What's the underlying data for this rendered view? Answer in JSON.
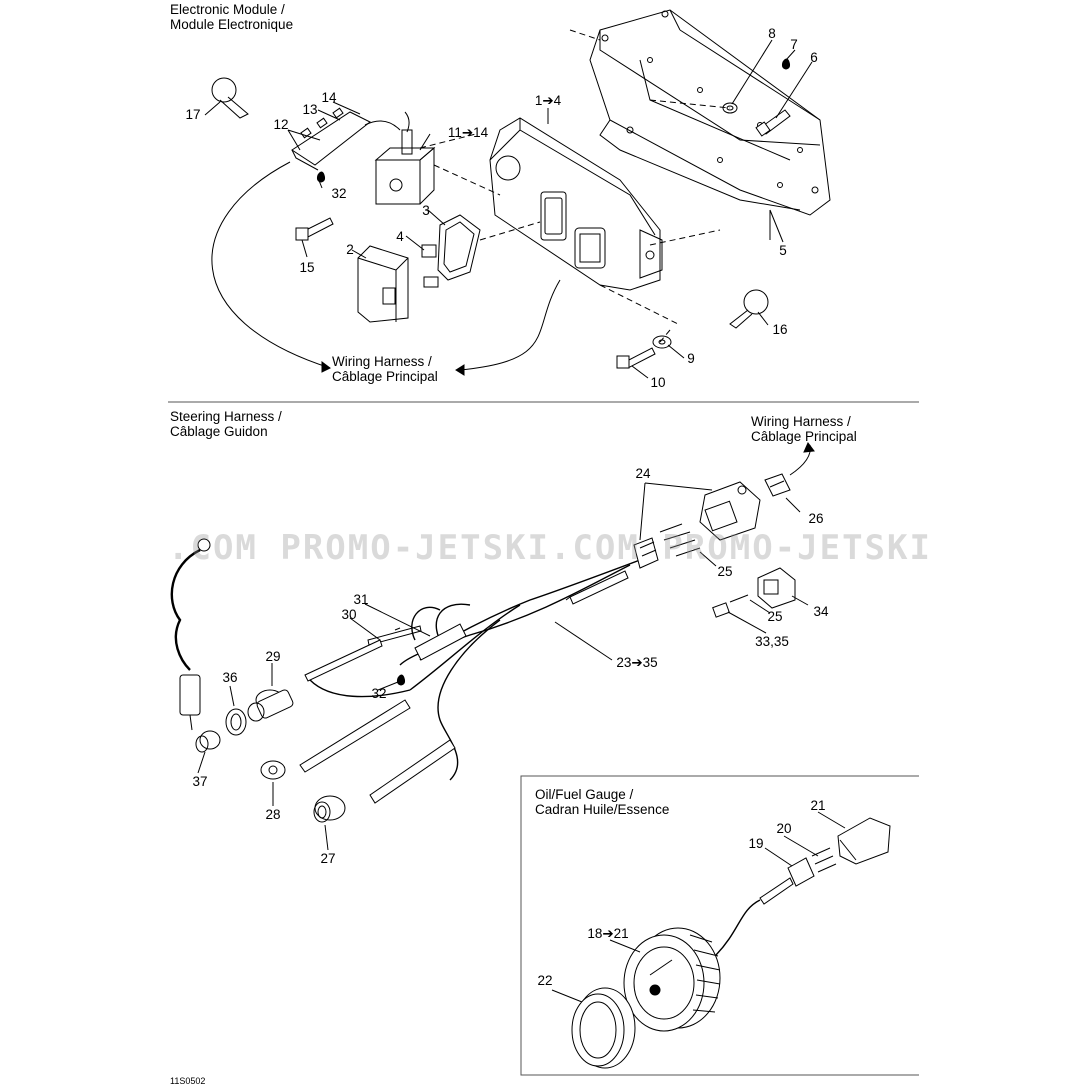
{
  "sections": {
    "electronic_module": [
      "Electronic Module /",
      "Module Electronique"
    ],
    "steering_harness": [
      "Steering Harness /",
      "Câblage Guidon"
    ],
    "wiring_harness_top": [
      "Wiring Harness /",
      "Câblage Principal"
    ],
    "wiring_harness_right": [
      "Wiring Harness /",
      "Câblage Principal"
    ],
    "oil_fuel_gauge": [
      "Oil/Fuel Gauge /",
      "Cadran Huile/Essence"
    ]
  },
  "watermark": ".COM  PROMO-JETSKI.COM  PROMO-JETSKI",
  "figure_code": "11S0502",
  "callouts": {
    "c1": "1➔4",
    "c2": "2",
    "c3": "3",
    "c4": "4",
    "c5": "5",
    "c6": "6",
    "c7": "7",
    "c8": "8",
    "c9": "9",
    "c10": "10",
    "c11": "11➔14",
    "c12": "12",
    "c13": "13",
    "c14": "14",
    "c15": "15",
    "c16": "16",
    "c17": "17",
    "c18": "18➔21",
    "c19": "19",
    "c20": "20",
    "c21": "21",
    "c22": "22",
    "c23": "23➔35",
    "c24": "24",
    "c25a": "25",
    "c25b": "25",
    "c26": "26",
    "c27": "27",
    "c28": "28",
    "c29": "29",
    "c30": "30",
    "c31": "31",
    "c32a": "32",
    "c32b": "32",
    "c33": "33,35",
    "c34": "34",
    "c36": "36",
    "c37": "37"
  }
}
